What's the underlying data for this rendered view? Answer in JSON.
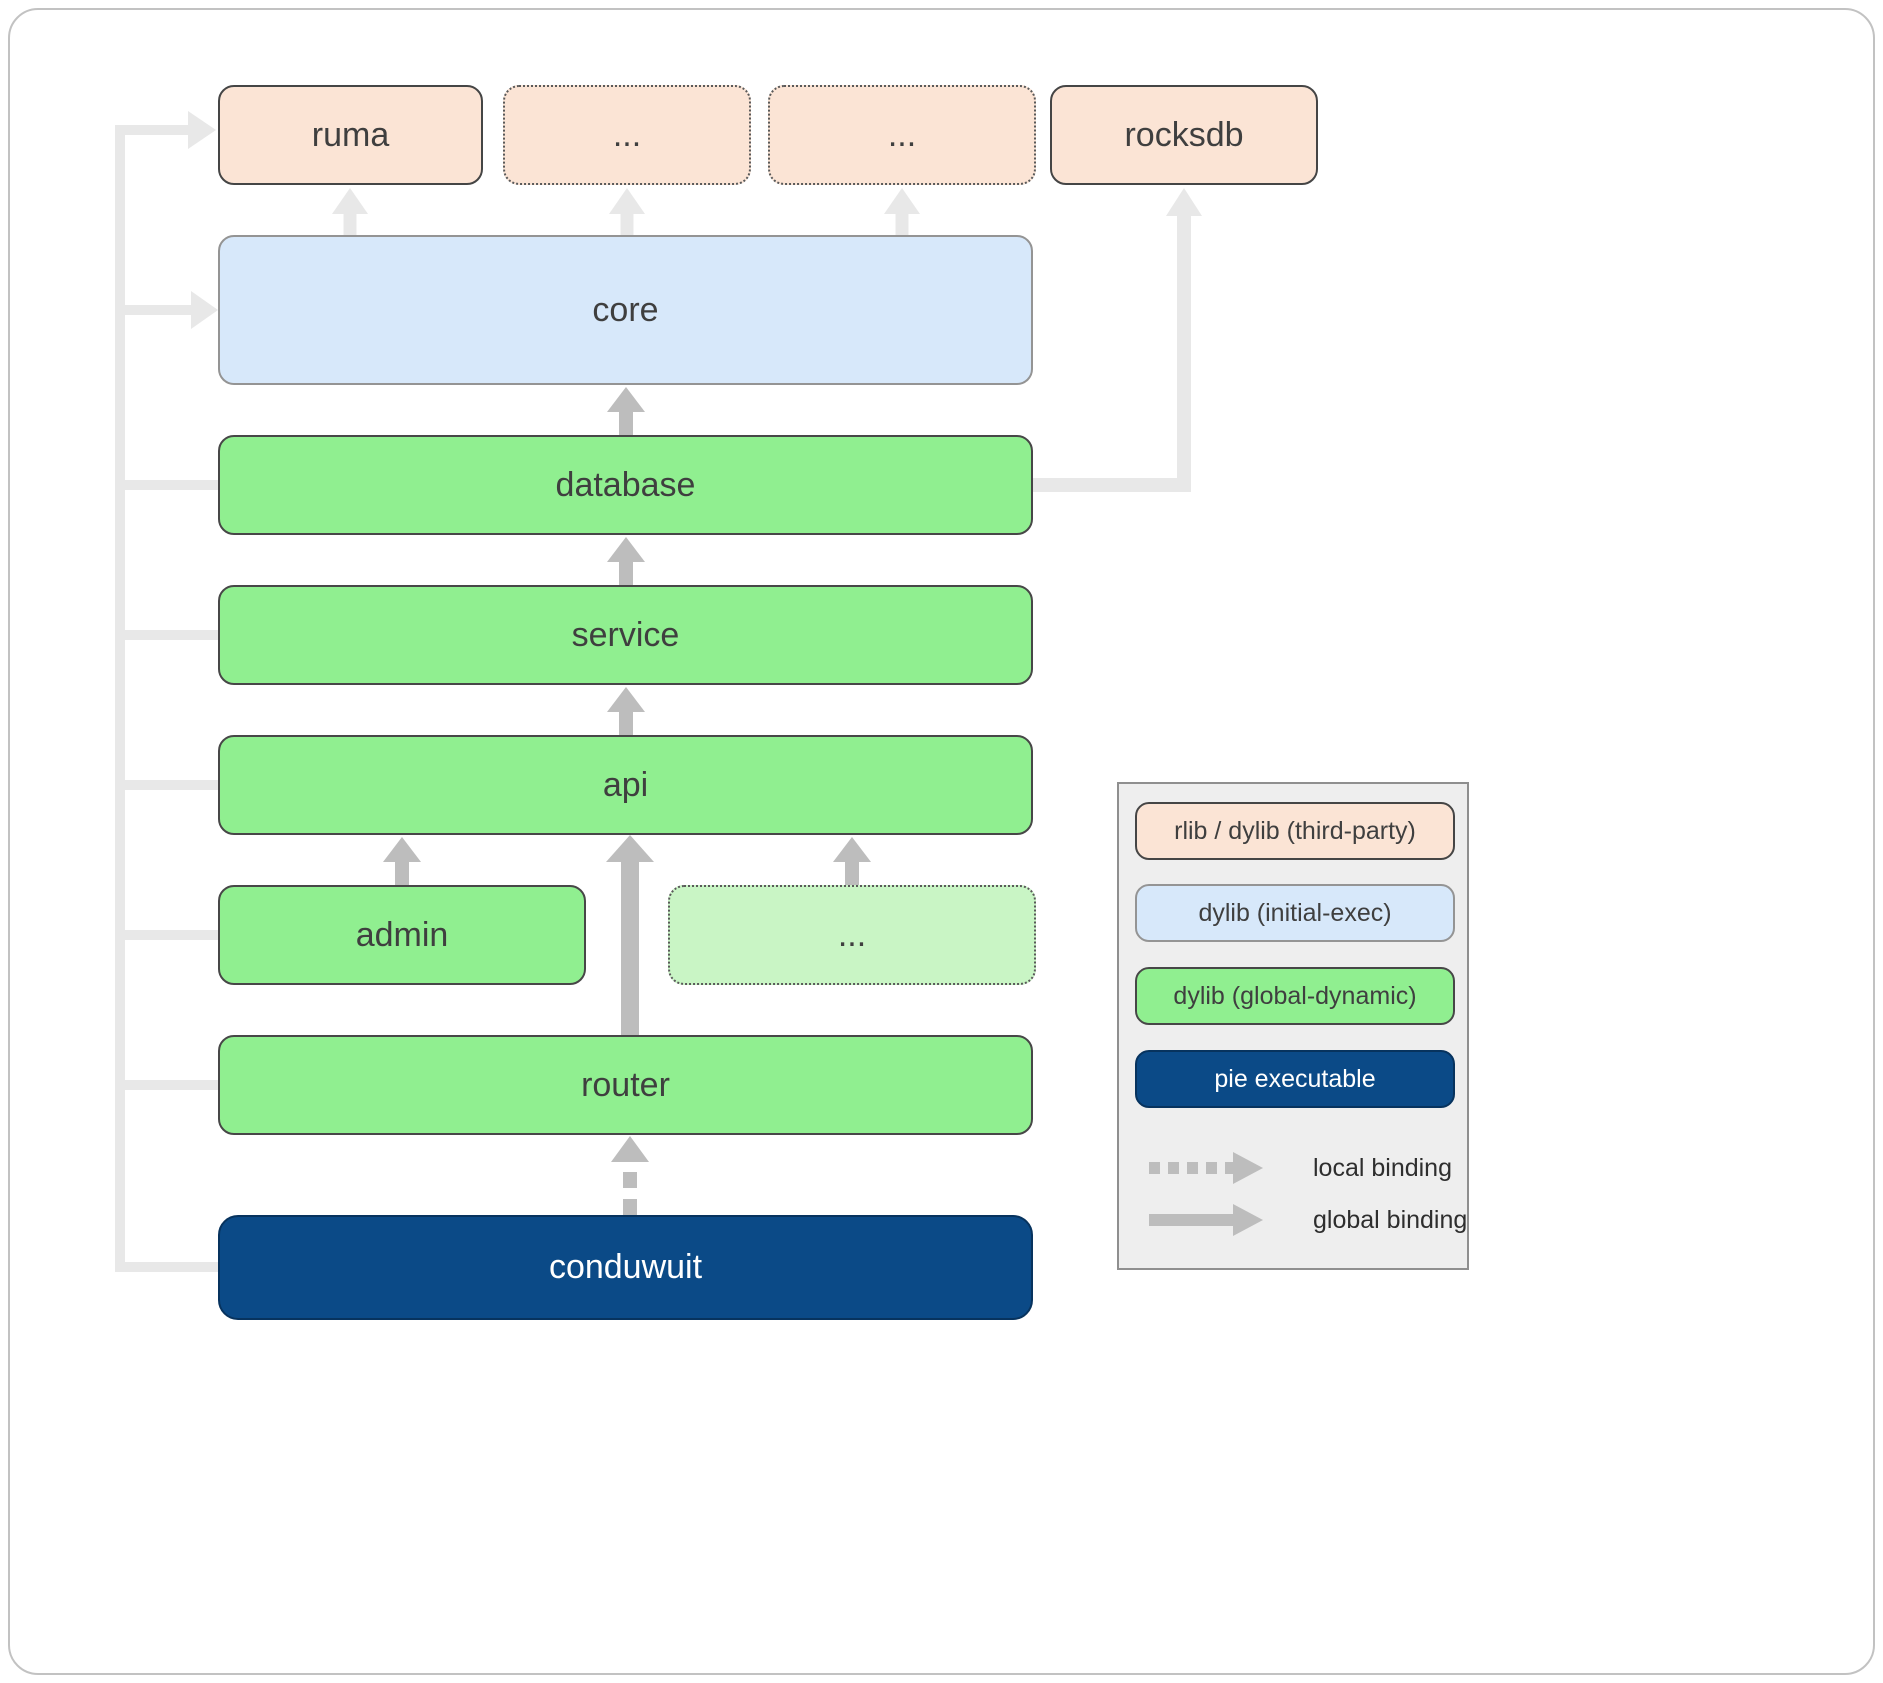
{
  "colors": {
    "third_party_fill": "#fbe4d5",
    "third_party_border": "#454545",
    "dotted_border": "#5a5a5a",
    "initial_exec_fill": "#d7e8fa",
    "initial_exec_border": "#949494",
    "global_dynamic_fill": "#90ef90",
    "global_dynamic_border": "#474747",
    "global_dynamic_light_fill": "#c9f5c5",
    "pie_fill": "#0b4a87",
    "pie_border": "#07335e",
    "label": "#3f3f3f",
    "legend_bg": "#eeeeee",
    "legend_border": "#8f8f8f",
    "arrow_light": "#e8e8e8",
    "arrow_med": "#bdbdbd"
  },
  "nodes": {
    "ruma": "ruma",
    "top_ellipsis_1": "...",
    "top_ellipsis_2": "...",
    "rocksdb": "rocksdb",
    "core": "core",
    "database": "database",
    "service": "service",
    "api": "api",
    "admin": "admin",
    "mid_ellipsis": "...",
    "router": "router",
    "conduwuit": "conduwuit"
  },
  "legend": {
    "items": [
      {
        "label": "rlib / dylib (third-party)"
      },
      {
        "label": "dylib (initial-exec)"
      },
      {
        "label": "dylib (global-dynamic)"
      },
      {
        "label": "pie executable"
      }
    ],
    "bindings": [
      {
        "label": "local binding",
        "style": "dashed"
      },
      {
        "label": "global binding",
        "style": "solid"
      }
    ]
  }
}
